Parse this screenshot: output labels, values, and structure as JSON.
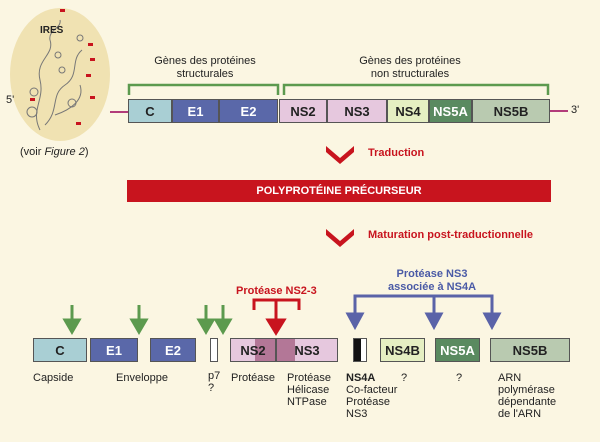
{
  "ires": {
    "label": "IRES",
    "five_prime": "5'",
    "caption_prefix": "(voir ",
    "caption_ref": "Figure 2",
    "caption_suffix": ")"
  },
  "top": {
    "structural_header": "Gènes des protéines\nstructurales",
    "nonstructural_header": "Gènes des protéines\nnon structurales",
    "three_prime": "3'",
    "genes": [
      "C",
      "E1",
      "E2",
      "NS2",
      "NS3",
      "NS4",
      "NS5A",
      "NS5B"
    ]
  },
  "traduction": "Traduction",
  "polyprotein": "POLYPROTÉINE PRÉCURSEUR",
  "maturation": "Maturation post-traductionnelle",
  "proteases": {
    "ns23": "Protéase NS2-3",
    "ns3": "Protéase NS3\nassociée à NS4A"
  },
  "bottom": {
    "proteins": [
      "C",
      "E1",
      "E2",
      "NS2",
      "NS3",
      "NS4B",
      "NS5A",
      "NS5B"
    ],
    "labels": {
      "capside": "Capside",
      "enveloppe": "Enveloppe",
      "p7": "p7\n?",
      "protease": "Protéase",
      "ns3": "Protéase\nHélicase\nNTPase",
      "ns4a_title": "NS4A",
      "ns4a": "Co-facteur\nProtéase\nNS3",
      "ns4b": "?",
      "ns5a": "?",
      "ns5b": "ARN\npolymérase\ndépendante\nde l'ARN"
    }
  },
  "colors": {
    "green": "#5c9a4e",
    "red": "#c8141e",
    "blue": "#5a63a8",
    "c": "#a9cfd4",
    "e": "#5a68a9",
    "ns23": "#e6c8de",
    "ns3dark": "#b37797",
    "ns4": "#e5efc2",
    "ns5a": "#5a8a60",
    "ns5b": "#b9cab0",
    "bg": "#fbf6e2"
  }
}
